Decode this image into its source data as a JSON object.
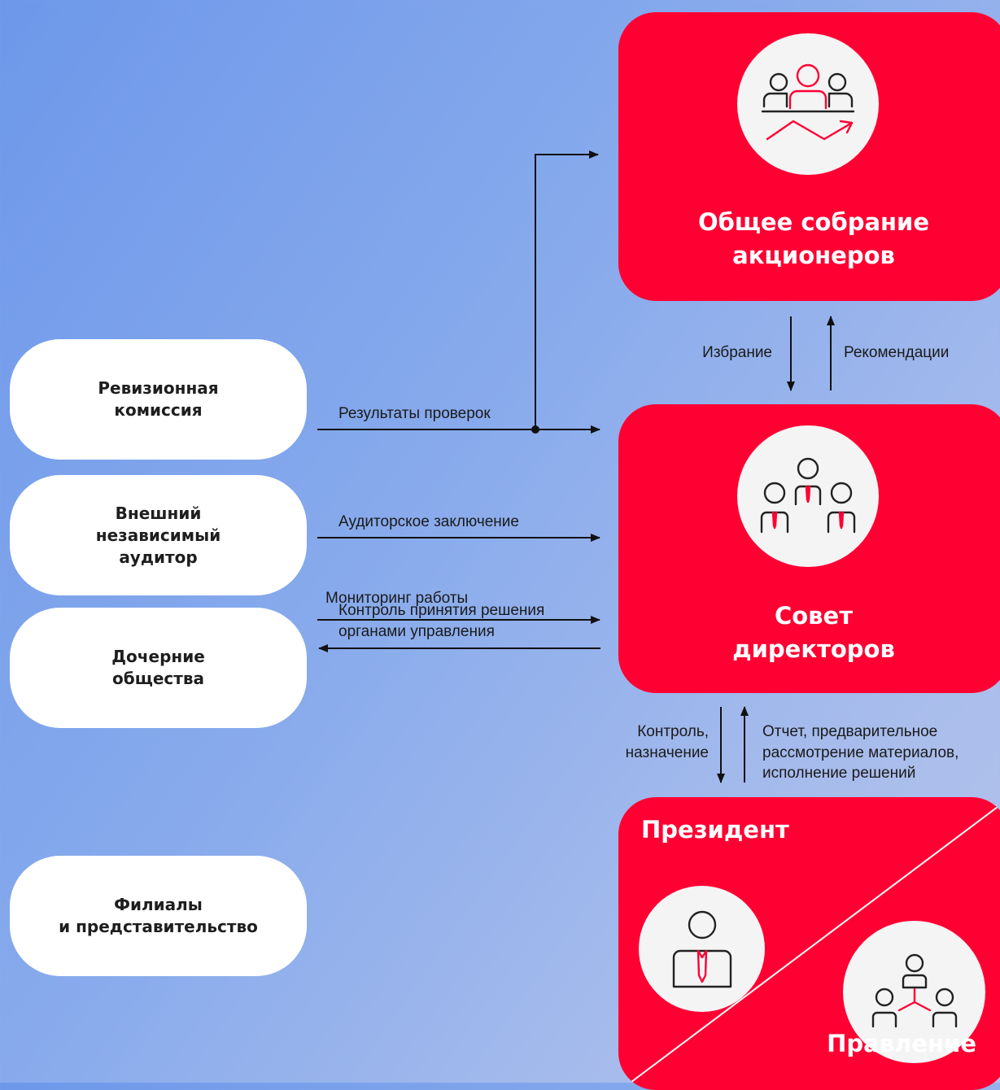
{
  "shareholders": {
    "title": "Общее собрание\nакционеров"
  },
  "board": {
    "title": "Совет\nдиректоров"
  },
  "president": {
    "title": "Президент"
  },
  "management": {
    "title": "Правление"
  },
  "left_boxes": {
    "audit_commission": "Ревизионная\nкомиссия",
    "external_auditor": "Внешний\nнезависимый\nаудитор",
    "subsidiaries": "Дочерние\nобщества",
    "branches": "Филиалы\nи представительство"
  },
  "arrows": {
    "audit_results": "Результаты проверок",
    "auditor_report": "Аудиторское заключение",
    "decision_control": "Контроль принятия решения\nорганами управления",
    "work_monitoring": "Мониторинг работы",
    "election": "Избрание",
    "recommendations": "Рекомендации",
    "control_appointment": "Контроль,\nназначение",
    "report": "Отчет, предварительное\nрассмотрение материалов,\nисполнение решений"
  },
  "icons": {
    "shareholders": "shareholders-meeting-icon",
    "board": "board-of-directors-icon",
    "president": "president-icon",
    "management": "management-board-icon"
  },
  "colors": {
    "accent": "#ff0033",
    "panel": "#ffffff",
    "text": "#1a1a1a"
  }
}
